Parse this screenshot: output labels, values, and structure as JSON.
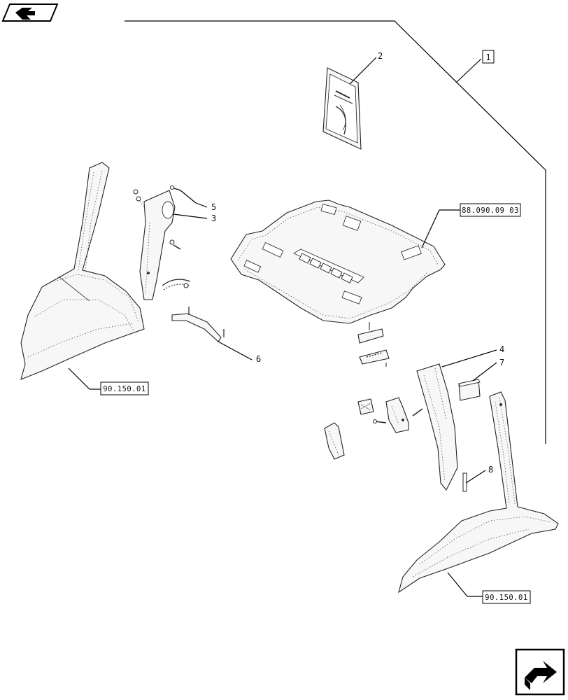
{
  "callouts": {
    "c1": "1",
    "c2": "2",
    "c3": "3",
    "c4": "4",
    "c5": "5",
    "c6": "6",
    "c7": "7",
    "c8": "8"
  },
  "refs": {
    "headliner": "88.090.09 03",
    "fender_left": "90.150.01",
    "fender_right": "90.150.01"
  },
  "icons": {
    "top_left": "book-arrow-icon",
    "bottom_right": "next-page-arrow-icon"
  }
}
